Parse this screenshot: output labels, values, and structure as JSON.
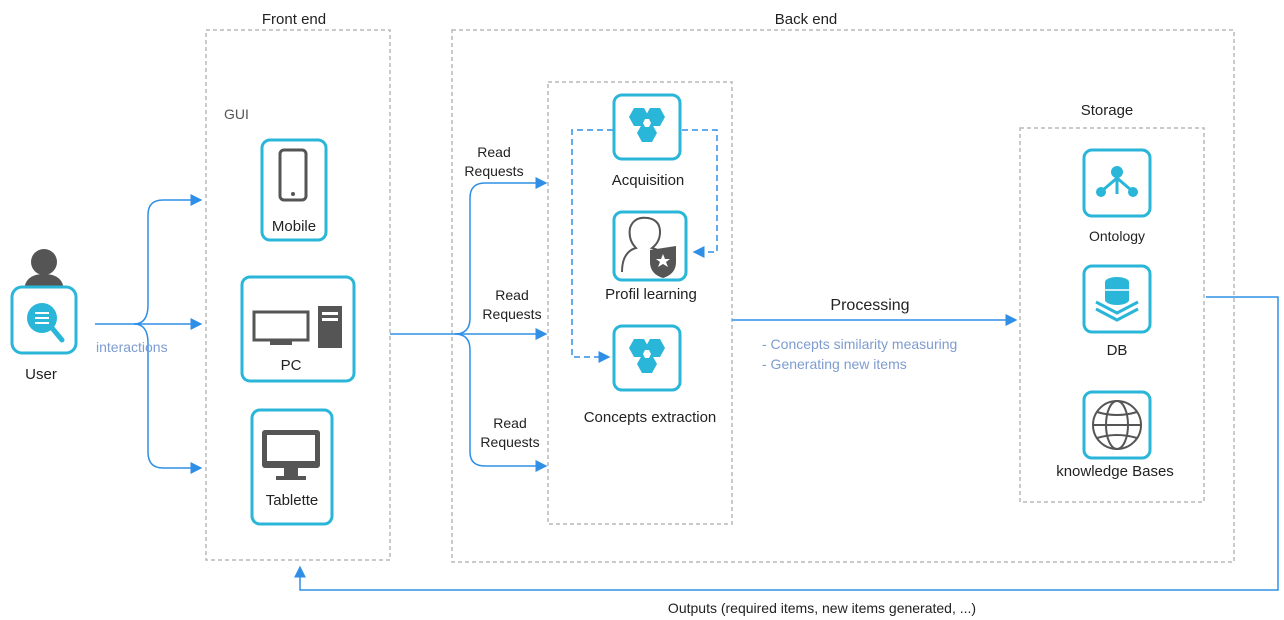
{
  "frontend": {
    "title": "Front end",
    "gui_label": "GUI",
    "devices": [
      {
        "label": "Mobile",
        "icon": "mobile-phone-icon"
      },
      {
        "label": "PC",
        "icon": "desktop-pc-icon"
      },
      {
        "label": "Tablette",
        "icon": "monitor-icon"
      }
    ]
  },
  "user": {
    "label": "User",
    "icon": "user-icon",
    "interactions_label": "interactions"
  },
  "backend": {
    "title": "Back end",
    "read_requests": [
      "Read\nRequests",
      "Read\nRequests",
      "Read\nRequests"
    ],
    "modules": [
      {
        "label": "Acquisition",
        "icon": "hexagon-cluster-icon"
      },
      {
        "label": "Profil learning",
        "icon": "user-profile-badge-icon"
      },
      {
        "label": "Concepts extraction",
        "icon": "hexagon-cluster-icon"
      }
    ],
    "processing": {
      "label": "Processing",
      "notes": [
        "- Concepts similarity measuring",
        "- Generating new items"
      ]
    },
    "storage": {
      "title": "Storage",
      "items": [
        {
          "label": "Ontology",
          "icon": "network-tree-icon"
        },
        {
          "label": "DB",
          "icon": "database-icon"
        },
        {
          "label": "knowledge Bases",
          "icon": "globe-icon"
        }
      ]
    }
  },
  "outputs_label": "Outputs (required items, new items generated, ...)",
  "colors": {
    "accent": "#29b6d8",
    "arrow": "#2f8fe6",
    "dashed_box": "#b8b8b8",
    "note_text": "#7e9cd0",
    "icon_gray": "#555555"
  }
}
